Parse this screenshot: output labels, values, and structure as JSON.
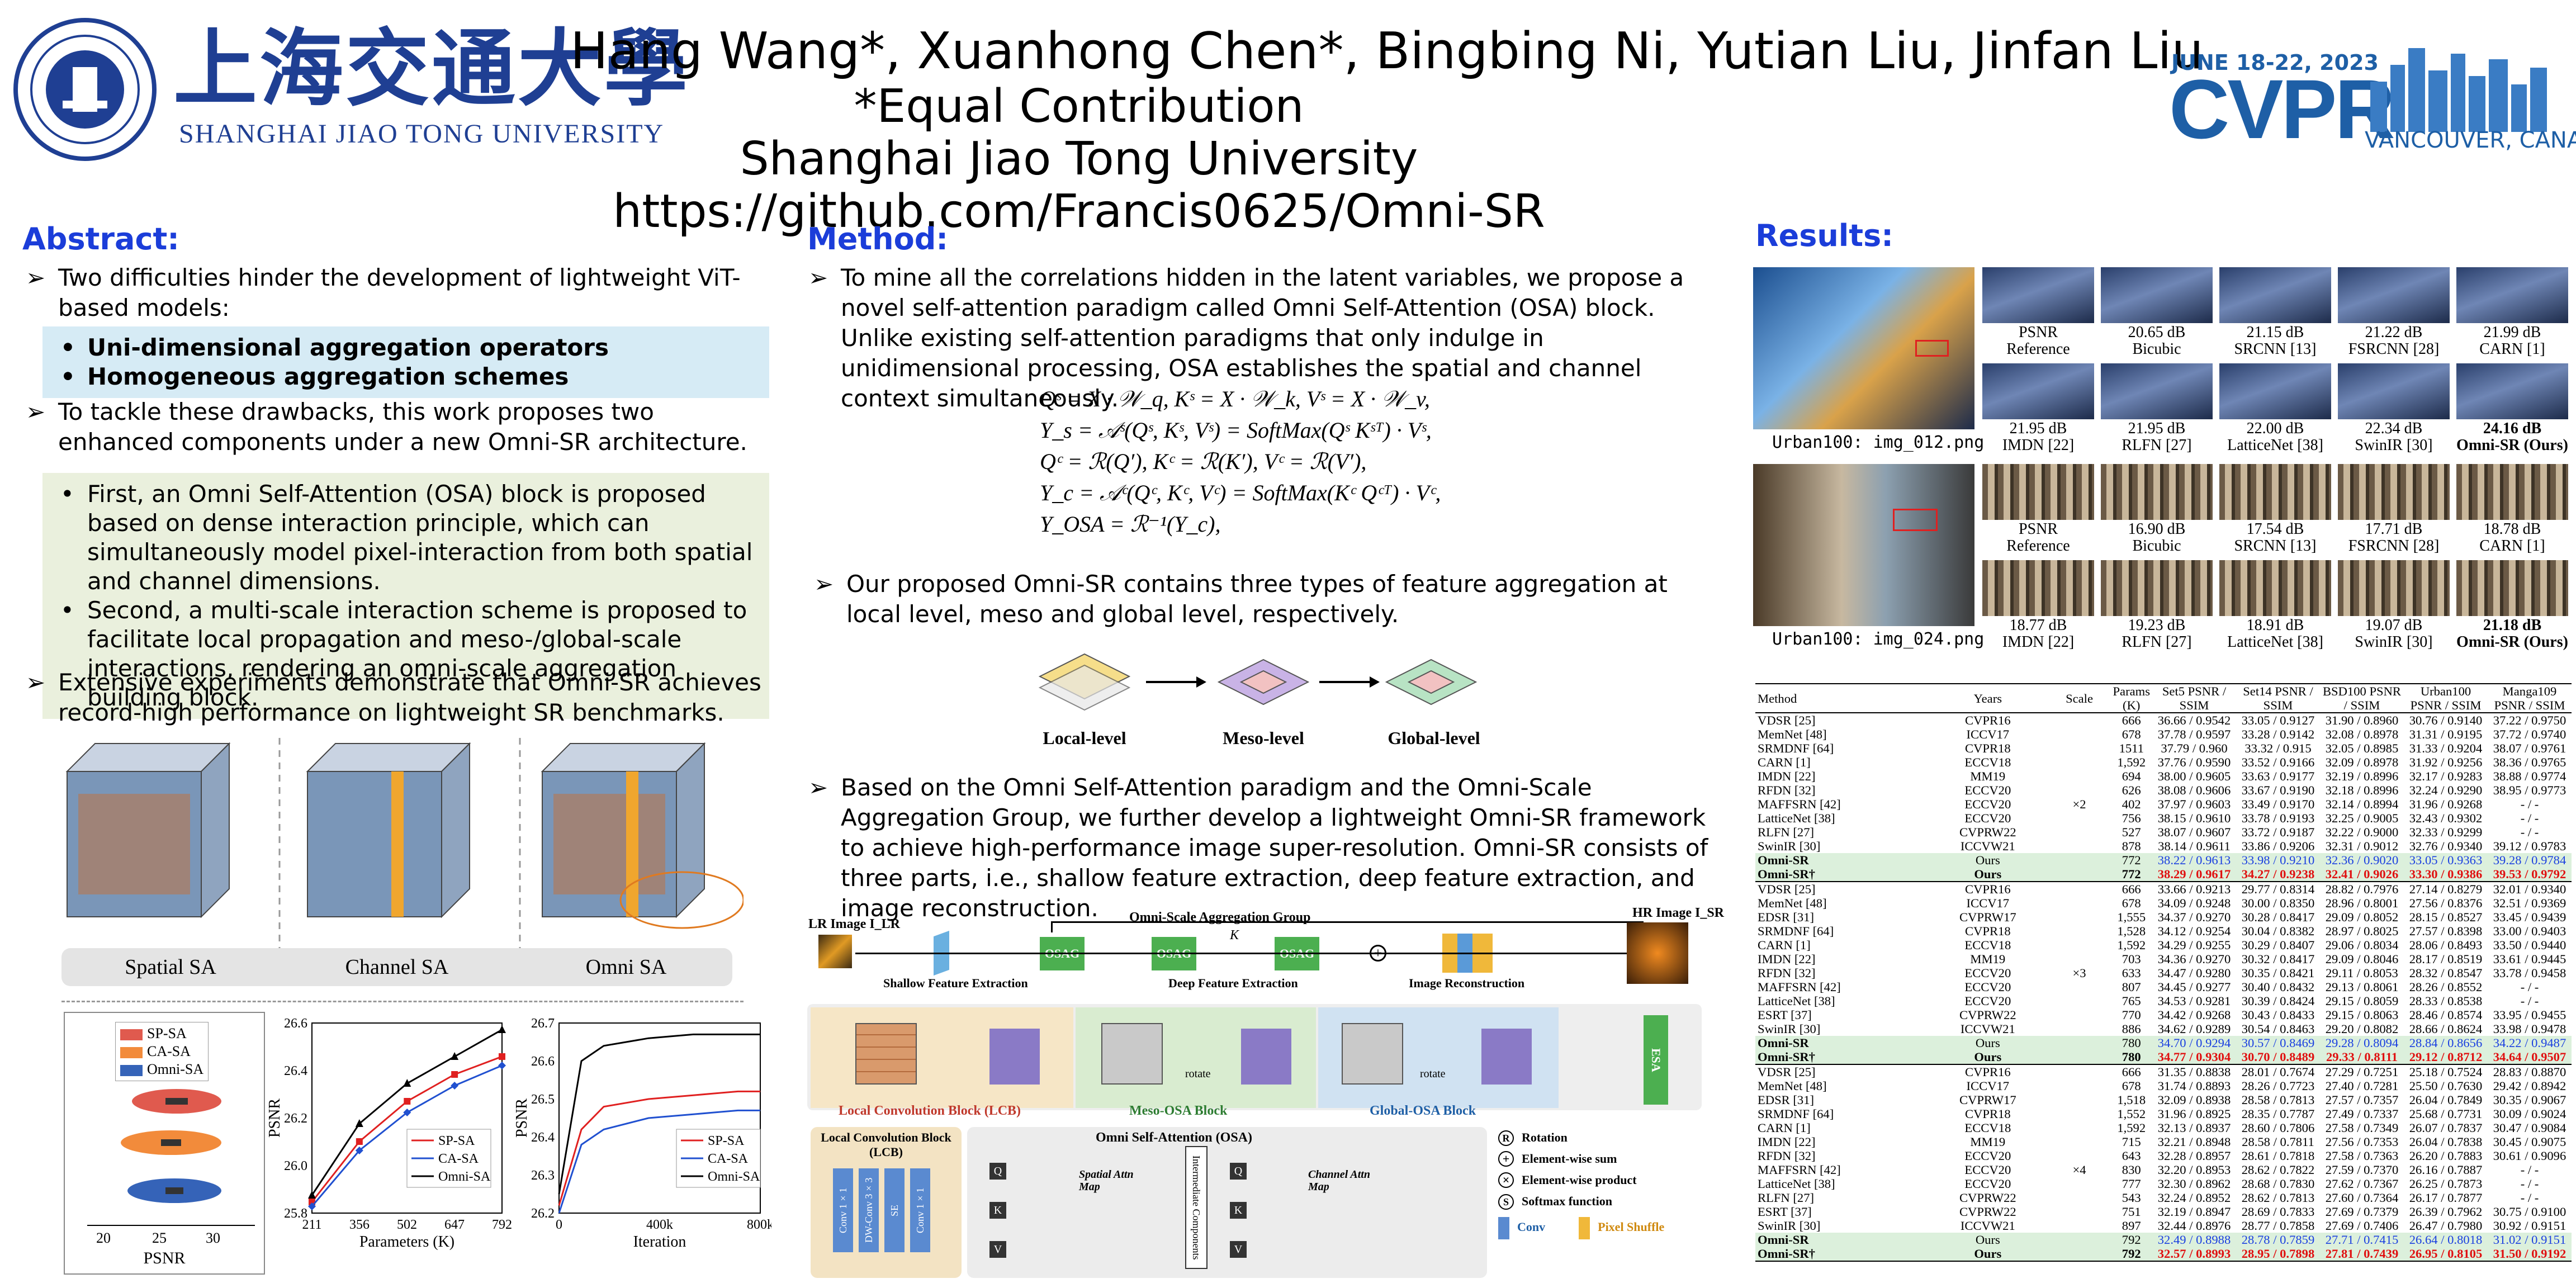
{
  "header": {
    "university_name": "SHANGHAI JIAO TONG UNIVERSITY",
    "university_chinese": "上海交通大學",
    "authors": "Hang Wang*, Xuanhong Chen*, Bingbing Ni, Yutian Liu, Jinfan Liu",
    "contribution_note": "*Equal Contribution",
    "affiliation": "Shanghai Jiao Tong University",
    "url": "https://github.com/Francis0625/Omni-SR",
    "conf_dates": "JUNE 18-22, 2023",
    "conf_name": "CVPR",
    "conf_location": "VANCOUVER, CANADA"
  },
  "abstract": {
    "heading": "Abstract:",
    "b1": "Two difficulties hinder the development of lightweight ViT-based models:",
    "b1_items": [
      "Uni-dimensional aggregation operators",
      "Homogeneous aggregation schemes"
    ],
    "b2": "To tackle these drawbacks, this work proposes two enhanced components under a new Omni-SR architecture.",
    "b2_items": [
      "First, an Omni Self-Attention (OSA) block is proposed based on dense interaction principle, which can simultaneously model pixel-interaction from both spatial and channel dimensions.",
      "Second, a multi-scale interaction scheme is proposed to facilitate local propagation and meso-/global-scale interactions, rendering an omni-scale aggregation building block."
    ],
    "b3": "Extensive experiments demonstrate that Omni-SR achieves record-high performance on lightweight SR benchmarks.",
    "sa_labels": [
      "Spatial SA",
      "Channel SA",
      "Omni SA"
    ]
  },
  "plots": {
    "violin": {
      "legend": [
        "SP-SA",
        "CA-SA",
        "Omni-SA"
      ],
      "xlabel": "PSNR",
      "ticks": [
        "20",
        "25",
        "30"
      ]
    },
    "params": {
      "legend": [
        "SP-SA",
        "CA-SA",
        "Omni-SA"
      ],
      "xlabel": "Parameters (K)",
      "ylabel": "PSNR",
      "xticks": [
        "211",
        "356",
        "502",
        "647",
        "792"
      ],
      "yticks": [
        "26.6",
        "26.4",
        "26.2",
        "26.0",
        "25.8"
      ]
    },
    "iter": {
      "legend": [
        "SP-SA",
        "CA-SA",
        "Omni-SA"
      ],
      "xlabel": "Iteration",
      "ylabel": "PSNR",
      "xticks": [
        "0",
        "400k",
        "800k"
      ],
      "yticks": [
        "26.7",
        "26.6",
        "26.5",
        "26.4",
        "26.3",
        "26.2"
      ]
    }
  },
  "chart_data": [
    {
      "type": "line",
      "title": "",
      "xlabel": "Parameters (K)",
      "ylabel": "PSNR",
      "x": [
        211,
        356,
        502,
        647,
        792
      ],
      "ylim": [
        25.8,
        26.65
      ],
      "series": [
        {
          "name": "SP-SA",
          "color": "#e02020",
          "values": [
            25.85,
            26.12,
            26.3,
            26.42,
            26.5
          ]
        },
        {
          "name": "CA-SA",
          "color": "#2050d0",
          "values": [
            25.83,
            26.08,
            26.25,
            26.37,
            26.46
          ]
        },
        {
          "name": "Omni-SA",
          "color": "#000000",
          "values": [
            25.88,
            26.2,
            26.38,
            26.5,
            26.62
          ]
        }
      ]
    },
    {
      "type": "line",
      "title": "",
      "xlabel": "Iteration",
      "ylabel": "PSNR",
      "x": [
        0,
        100,
        200,
        400,
        600,
        800,
        900
      ],
      "ylim": [
        26.2,
        26.7
      ],
      "series": [
        {
          "name": "SP-SA",
          "color": "#e02020",
          "values": [
            26.22,
            26.42,
            26.48,
            26.5,
            26.51,
            26.52,
            26.52
          ]
        },
        {
          "name": "CA-SA",
          "color": "#2050d0",
          "values": [
            26.2,
            26.38,
            26.42,
            26.45,
            26.46,
            26.47,
            26.47
          ]
        },
        {
          "name": "Omni-SA",
          "color": "#000000",
          "values": [
            26.25,
            26.6,
            26.64,
            26.66,
            26.67,
            26.67,
            26.67
          ]
        }
      ]
    }
  ],
  "method": {
    "heading": "Method:",
    "b1": "To mine all the correlations hidden in the latent variables, we propose a novel self-attention paradigm called Omni Self-Attention (OSA) block. Unlike existing self-attention paradigms that only indulge in unidimensional processing, OSA establishes the spatial and channel context simultaneously.",
    "equations": [
      "Qˢ = X · 𝒲_q,  Kˢ = X · 𝒲_k,  Vˢ = X · 𝒲_v,",
      "Y_s = 𝒜ˢ(Qˢ, Kˢ, Vˢ) = SoftMax(Qˢ Kˢᵀ) · Vˢ,",
      "Qᶜ = ℛ(Q′),   Kᶜ = ℛ(K′),   Vᶜ = ℛ(V′),",
      "Y_c = 𝒜ᶜ(Qᶜ, Kᶜ, Vᶜ) = SoftMax(Kᶜ Qᶜᵀ) · Vᶜ,",
      "Y_OSA = ℛ⁻¹(Y_c),"
    ],
    "b2": "Our proposed Omni-SR contains three types of feature aggregation at local level, meso and global level, respectively.",
    "levels": [
      "Local-level",
      "Meso-level",
      "Global-level"
    ],
    "b3": "Based on the Omni Self-Attention paradigm and the Omni-Scale Aggregation Group, we further develop a lightweight Omni-SR framework to achieve high-performance image super-resolution. Omni-SR consists of three parts, i.e., shallow feature extraction, deep feature extraction, and image reconstruction.",
    "arch": {
      "lr": "LR Image I_LR",
      "hr": "HR Image I_SR",
      "group": "Omni-Scale Aggregation Group",
      "shallow": "Shallow Feature Extraction",
      "deep": "Deep Feature Extraction",
      "recon": "Image Reconstruction",
      "osag": "OSAG",
      "k": "K",
      "lcb": "Local Convolution Block (LCB)",
      "meso": "Meso-OSA Block",
      "global": "Global-OSA Block",
      "rotate": "rotate",
      "esa": "ESA",
      "lcb_title": "Local Convolution Block (LCB)",
      "osa_title": "Omni Self-Attention (OSA)",
      "conv1": "Conv 1×1",
      "dwconv": "DW-Conv 3×3",
      "se": "SE",
      "conv2": "Conv 1×1",
      "spatial_map": "Spatial Attn Map",
      "channel_map": "Channel Attn Map",
      "intermediate": "Intermediate Components",
      "legend": [
        "Rotation",
        "Element-wise sum",
        "Element-wise product",
        "Softmax function",
        "Conv",
        "Pixel Shuffle"
      ]
    }
  },
  "results": {
    "heading": "Results:",
    "img1": {
      "caption": "Urban100: img_012.png",
      "row1": [
        [
          "PSNR",
          "Reference"
        ],
        [
          "20.65 dB",
          "Bicubic"
        ],
        [
          "21.15 dB",
          "SRCNN [13]"
        ],
        [
          "21.22 dB",
          "FSRCNN [28]"
        ],
        [
          "21.99 dB",
          "CARN [1]"
        ]
      ],
      "row2": [
        [
          "21.95 dB",
          "IMDN [22]"
        ],
        [
          "21.95 dB",
          "RLFN [27]"
        ],
        [
          "22.00 dB",
          "LatticeNet [38]"
        ],
        [
          "22.34 dB",
          "SwinIR [30]"
        ],
        [
          "24.16 dB",
          "Omni-SR (Ours)"
        ]
      ]
    },
    "img2": {
      "caption": "Urban100: img_024.png",
      "row1": [
        [
          "PSNR",
          "Reference"
        ],
        [
          "16.90 dB",
          "Bicubic"
        ],
        [
          "17.54 dB",
          "SRCNN [13]"
        ],
        [
          "17.71 dB",
          "FSRCNN [28]"
        ],
        [
          "18.78 dB",
          "CARN [1]"
        ]
      ],
      "row2": [
        [
          "18.77 dB",
          "IMDN [22]"
        ],
        [
          "19.23 dB",
          "RLFN [27]"
        ],
        [
          "18.91 dB",
          "LatticeNet [38]"
        ],
        [
          "19.07 dB",
          "SwinIR [30]"
        ],
        [
          "21.18 dB",
          "Omni-SR (Ours)"
        ]
      ]
    },
    "table": {
      "headers": [
        "Method",
        "Years",
        "Scale",
        "Params (K)",
        "Set5 PSNR / SSIM",
        "Set14 PSNR / SSIM",
        "BSD100 PSNR / SSIM",
        "Urban100 PSNR / SSIM",
        "Manga109 PSNR / SSIM"
      ],
      "groups": [
        {
          "scale": "×2",
          "rows": [
            [
              "VDSR [25]",
              "CVPR16",
              "666",
              "36.66 / 0.9542",
              "33.05 / 0.9127",
              "31.90 / 0.8960",
              "30.76 / 0.9140",
              "37.22 / 0.9750"
            ],
            [
              "MemNet [48]",
              "ICCV17",
              "678",
              "37.78 / 0.9597",
              "33.28 / 0.9142",
              "32.08 / 0.8978",
              "31.31 / 0.9195",
              "37.72 / 0.9740"
            ],
            [
              "SRMDNF [64]",
              "CVPR18",
              "1511",
              "37.79 / 0.960",
              "33.32 / 0.915",
              "32.05 / 0.8985",
              "31.33 / 0.9204",
              "38.07 / 0.9761"
            ],
            [
              "CARN [1]",
              "ECCV18",
              "1,592",
              "37.76 / 0.9590",
              "33.52 / 0.9166",
              "32.09 / 0.8978",
              "31.92 / 0.9256",
              "38.36 / 0.9765"
            ],
            [
              "IMDN [22]",
              "MM19",
              "694",
              "38.00 / 0.9605",
              "33.63 / 0.9177",
              "32.19 / 0.8996",
              "32.17 / 0.9283",
              "38.88 / 0.9774"
            ],
            [
              "RFDN [32]",
              "ECCV20",
              "626",
              "38.08 / 0.9606",
              "33.67 / 0.9190",
              "32.18 / 0.8996",
              "32.24 / 0.9290",
              "38.95 / 0.9773"
            ],
            [
              "MAFFSRN [42]",
              "ECCV20",
              "402",
              "37.97 / 0.9603",
              "33.49 / 0.9170",
              "32.14 / 0.8994",
              "31.96 / 0.9268",
              "- / -"
            ],
            [
              "LatticeNet [38]",
              "ECCV20",
              "756",
              "38.15 / 0.9610",
              "33.78 / 0.9193",
              "32.25 / 0.9005",
              "32.43 / 0.9302",
              "- / -"
            ],
            [
              "RLFN [27]",
              "CVPRW22",
              "527",
              "38.07 / 0.9607",
              "33.72 / 0.9187",
              "32.22 / 0.9000",
              "32.33 / 0.9299",
              "- / -"
            ],
            [
              "SwinIR [30]",
              "ICCVW21",
              "878",
              "38.14 / 0.9611",
              "33.86 / 0.9206",
              "32.31 / 0.9012",
              "32.76 / 0.9340",
              "39.12 / 0.9783"
            ],
            [
              "Omni-SR",
              "Ours",
              "772",
              "38.22 / 0.9613",
              "33.98 / 0.9210",
              "32.36 / 0.9020",
              "33.05 / 0.9363",
              "39.28 / 0.9784"
            ],
            [
              "Omni-SR†",
              "Ours",
              "772",
              "38.29 / 0.9617",
              "34.27 / 0.9238",
              "32.41 / 0.9026",
              "33.30 / 0.9386",
              "39.53 / 0.9792"
            ]
          ]
        },
        {
          "scale": "×3",
          "rows": [
            [
              "VDSR [25]",
              "CVPR16",
              "666",
              "33.66 / 0.9213",
              "29.77 / 0.8314",
              "28.82 / 0.7976",
              "27.14 / 0.8279",
              "32.01 / 0.9340"
            ],
            [
              "MemNet [48]",
              "ICCV17",
              "678",
              "34.09 / 0.9248",
              "30.00 / 0.8350",
              "28.96 / 0.8001",
              "27.56 / 0.8376",
              "32.51 / 0.9369"
            ],
            [
              "EDSR [31]",
              "CVPRW17",
              "1,555",
              "34.37 / 0.9270",
              "30.28 / 0.8417",
              "29.09 / 0.8052",
              "28.15 / 0.8527",
              "33.45 / 0.9439"
            ],
            [
              "SRMDNF [64]",
              "CVPR18",
              "1,528",
              "34.12 / 0.9254",
              "30.04 / 0.8382",
              "28.97 / 0.8025",
              "27.57 / 0.8398",
              "33.00 / 0.9403"
            ],
            [
              "CARN [1]",
              "ECCV18",
              "1,592",
              "34.29 / 0.9255",
              "30.29 / 0.8407",
              "29.06 / 0.8034",
              "28.06 / 0.8493",
              "33.50 / 0.9440"
            ],
            [
              "IMDN [22]",
              "MM19",
              "703",
              "34.36 / 0.9270",
              "30.32 / 0.8417",
              "29.09 / 0.8046",
              "28.17 / 0.8519",
              "33.61 / 0.9445"
            ],
            [
              "RFDN [32]",
              "ECCV20",
              "633",
              "34.47 / 0.9280",
              "30.35 / 0.8421",
              "29.11 / 0.8053",
              "28.32 / 0.8547",
              "33.78 / 0.9458"
            ],
            [
              "MAFFSRN [42]",
              "ECCV20",
              "807",
              "34.45 / 0.9277",
              "30.40 / 0.8432",
              "29.13 / 0.8061",
              "28.26 / 0.8552",
              "- / -"
            ],
            [
              "LatticeNet [38]",
              "ECCV20",
              "765",
              "34.53 / 0.9281",
              "30.39 / 0.8424",
              "29.15 / 0.8059",
              "28.33 / 0.8538",
              "- / -"
            ],
            [
              "ESRT [37]",
              "CVPRW22",
              "770",
              "34.42 / 0.9268",
              "30.43 / 0.8433",
              "29.15 / 0.8063",
              "28.46 / 0.8574",
              "33.95 / 0.9455"
            ],
            [
              "SwinIR [30]",
              "ICCVW21",
              "886",
              "34.62 / 0.9289",
              "30.54 / 0.8463",
              "29.20 / 0.8082",
              "28.66 / 0.8624",
              "33.98 / 0.9478"
            ],
            [
              "Omni-SR",
              "Ours",
              "780",
              "34.70 / 0.9294",
              "30.57 / 0.8469",
              "29.28 / 0.8094",
              "28.84 / 0.8656",
              "34.22 / 0.9487"
            ],
            [
              "Omni-SR†",
              "Ours",
              "780",
              "34.77 / 0.9304",
              "30.70 / 0.8489",
              "29.33 / 0.8111",
              "29.12 / 0.8712",
              "34.64 / 0.9507"
            ]
          ]
        },
        {
          "scale": "×4",
          "rows": [
            [
              "VDSR [25]",
              "CVPR16",
              "666",
              "31.35 / 0.8838",
              "28.01 / 0.7674",
              "27.29 / 0.7251",
              "25.18 / 0.7524",
              "28.83 / 0.8870"
            ],
            [
              "MemNet [48]",
              "ICCV17",
              "678",
              "31.74 / 0.8893",
              "28.26 / 0.7723",
              "27.40 / 0.7281",
              "25.50 / 0.7630",
              "29.42 / 0.8942"
            ],
            [
              "EDSR [31]",
              "CVPRW17",
              "1,518",
              "32.09 / 0.8938",
              "28.58 / 0.7813",
              "27.57 / 0.7357",
              "26.04 / 0.7849",
              "30.35 / 0.9067"
            ],
            [
              "SRMDNF [64]",
              "CVPR18",
              "1,552",
              "31.96 / 0.8925",
              "28.35 / 0.7787",
              "27.49 / 0.7337",
              "25.68 / 0.7731",
              "30.09 / 0.9024"
            ],
            [
              "CARN [1]",
              "ECCV18",
              "1,592",
              "32.13 / 0.8937",
              "28.60 / 0.7806",
              "27.58 / 0.7349",
              "26.07 / 0.7837",
              "30.47 / 0.9084"
            ],
            [
              "IMDN [22]",
              "MM19",
              "715",
              "32.21 / 0.8948",
              "28.58 / 0.7811",
              "27.56 / 0.7353",
              "26.04 / 0.7838",
              "30.45 / 0.9075"
            ],
            [
              "RFDN [32]",
              "ECCV20",
              "643",
              "32.28 / 0.8957",
              "28.61 / 0.7818",
              "27.58 / 0.7363",
              "26.20 / 0.7883",
              "30.61 / 0.9096"
            ],
            [
              "MAFFSRN [42]",
              "ECCV20",
              "830",
              "32.20 / 0.8953",
              "28.62 / 0.7822",
              "27.59 / 0.7370",
              "26.16 / 0.7887",
              "- / -"
            ],
            [
              "LatticeNet [38]",
              "ECCV20",
              "777",
              "32.30 / 0.8962",
              "28.68 / 0.7830",
              "27.62 / 0.7367",
              "26.25 / 0.7873",
              "- / -"
            ],
            [
              "RLFN [27]",
              "CVPRW22",
              "543",
              "32.24 / 0.8952",
              "28.62 / 0.7813",
              "27.60 / 0.7364",
              "26.17 / 0.7877",
              "- / -"
            ],
            [
              "ESRT [37]",
              "CVPRW22",
              "751",
              "32.19 / 0.8947",
              "28.69 / 0.7833",
              "27.69 / 0.7379",
              "26.39 / 0.7962",
              "30.75 / 0.9100"
            ],
            [
              "SwinIR [30]",
              "ICCVW21",
              "897",
              "32.44 / 0.8976",
              "28.77 / 0.7858",
              "27.69 / 0.7406",
              "26.47 / 0.7980",
              "30.92 / 0.9151"
            ],
            [
              "Omni-SR",
              "Ours",
              "792",
              "32.49 / 0.8988",
              "28.78 / 0.7859",
              "27.71 / 0.7415",
              "26.64 / 0.8018",
              "31.02 / 0.9151"
            ],
            [
              "Omni-SR†",
              "Ours",
              "792",
              "32.57 / 0.8993",
              "28.95 / 0.7898",
              "27.81 / 0.7439",
              "26.95 / 0.8105",
              "31.50 / 0.9192"
            ]
          ]
        }
      ]
    }
  }
}
